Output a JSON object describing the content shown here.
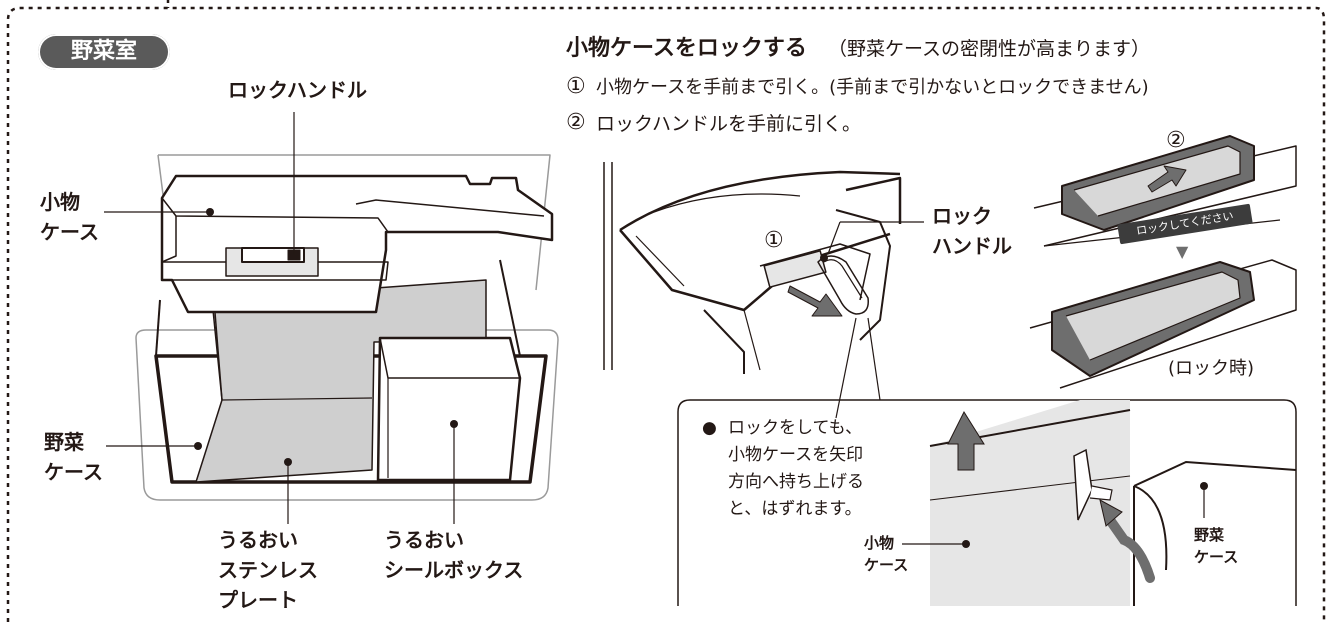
{
  "section_badge": "野菜室",
  "heading": {
    "title": "小物ケースをロックする",
    "note": "（野菜ケースの密閉性が高まります）"
  },
  "steps": [
    {
      "num": "①",
      "text": "小物ケースを手前まで引く。(手前まで引かないとロックできません)"
    },
    {
      "num": "②",
      "text": "ロックハンドルを手前に引く。"
    }
  ],
  "left_labels": {
    "lock_handle": "ロックハンドル",
    "small_case_line1": "小物",
    "small_case_line2": "ケース",
    "veg_case_line1": "野菜",
    "veg_case_line2": "ケース",
    "plate_line1": "うるおい",
    "plate_line2": "ステンレス",
    "plate_line3": "プレート",
    "box_line1": "うるおい",
    "box_line2": "シールボックス"
  },
  "right_labels": {
    "lock_line1": "ロック",
    "lock_line2": "ハンドル",
    "step1_marker": "①",
    "step2_marker": "②",
    "lock_sticker": "ロックしてください",
    "locked_caption": "(ロック時)",
    "arrow_down": "▼"
  },
  "callout": {
    "bullet": "●",
    "lines": [
      "ロックをしても、",
      "小物ケースを矢印",
      "方向へ持ち上げる",
      "と、はずれます。"
    ],
    "small_case_line1": "小物",
    "small_case_line2": "ケース",
    "veg_case_line1": "野菜",
    "veg_case_line2": "ケース"
  },
  "colors": {
    "text": "#231815",
    "badge_bg": "#5a5a5a",
    "gray_fill": "#cfcfcf",
    "light_fill": "#e6e6e6",
    "dark_fill": "#6e6e6e"
  }
}
